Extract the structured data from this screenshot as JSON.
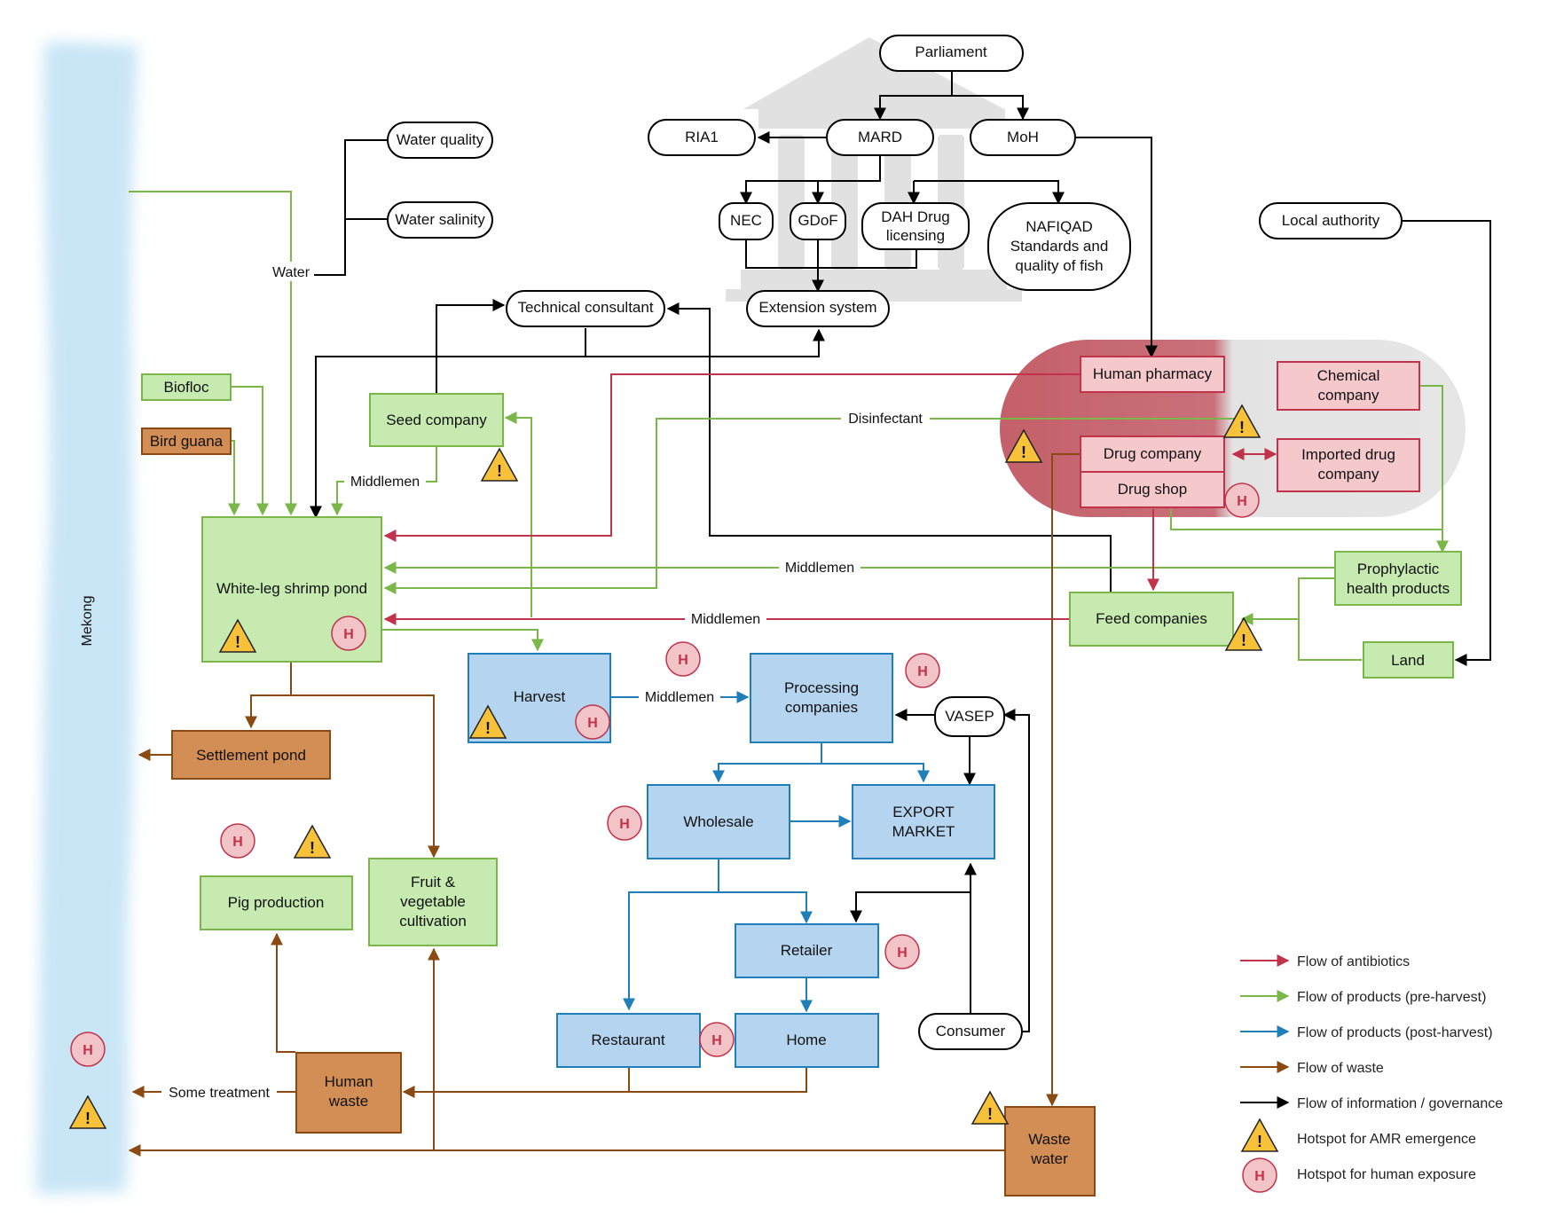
{
  "river": {
    "label": "Mekong"
  },
  "governance": {
    "parliament": "Parliament",
    "ria1": "RIA1",
    "mard": "MARD",
    "moh": "MoH",
    "nec": "NEC",
    "gdof": "GDoF",
    "dah": [
      "DAH Drug",
      "licensing"
    ],
    "nafiqad": [
      "NAFIQAD",
      "Standards and",
      "quality of fish"
    ],
    "extension": "Extension system",
    "technical": "Technical consultant",
    "local_authority": "Local authority",
    "vasep": "VASEP",
    "consumer": "Consumer"
  },
  "water": {
    "quality": "Water quality",
    "salinity": "Water salinity",
    "label": "Water"
  },
  "inputs": {
    "biofloc": "Biofloc",
    "bird_guana": "Bird guana",
    "seed_company": "Seed company",
    "shrimp_pond": "White-leg shrimp pond",
    "feed_companies": "Feed companies",
    "prophylactic": [
      "Prophylactic",
      "health products"
    ],
    "land": "Land"
  },
  "pharma": {
    "human_pharmacy": "Human pharmacy",
    "chemical_company": [
      "Chemical",
      "company"
    ],
    "drug_company": "Drug company",
    "drug_shop": "Drug shop",
    "imported_drug": [
      "Imported drug",
      "company"
    ]
  },
  "edge_labels": {
    "middlemen": "Middlemen",
    "disinfectant": "Disinfectant",
    "some_treatment": "Some treatment"
  },
  "post_harvest": {
    "harvest": "Harvest",
    "processing": [
      "Processing",
      "companies"
    ],
    "wholesale": "Wholesale",
    "export": [
      "EXPORT",
      "MARKET"
    ],
    "retailer": "Retailer",
    "restaurant": "Restaurant",
    "home": "Home"
  },
  "waste": {
    "settlement_pond": "Settlement pond",
    "pig_production": "Pig production",
    "fruit_veg": [
      "Fruit &",
      "vegetable",
      "cultivation"
    ],
    "human_waste": [
      "Human",
      "waste"
    ],
    "waste_water": [
      "Waste",
      "water"
    ]
  },
  "hotspot_glyphs": {
    "amr": "!",
    "human": "H"
  },
  "legend": [
    {
      "label": "Flow of antibiotics",
      "color": "#c0334a",
      "kind": "arrow"
    },
    {
      "label": "Flow of products (pre-harvest)",
      "color": "#7ab648",
      "kind": "arrow"
    },
    {
      "label": "Flow of products (post-harvest)",
      "color": "#1f7fb8",
      "kind": "arrow"
    },
    {
      "label": "Flow of waste",
      "color": "#8a4a12",
      "kind": "arrow"
    },
    {
      "label": "Flow of information / governance",
      "color": "#000000",
      "kind": "arrow"
    },
    {
      "label": "Hotspot for AMR emergence",
      "color": "#f7c23a",
      "kind": "warning"
    },
    {
      "label": "Hotspot for human exposure",
      "color": "#f2c4c8",
      "kind": "human"
    }
  ],
  "colors": {
    "green_fill": "#c6eab0",
    "green_stroke": "#7ab648",
    "blue_fill": "#b4d4f0",
    "blue_stroke": "#1f7fb8",
    "brown_fill": "#d28e55",
    "brown_stroke": "#8a4a12",
    "pink_fill": "#f5c8cc",
    "pink_stroke": "#c0334a",
    "river": "#c9e6f7"
  }
}
